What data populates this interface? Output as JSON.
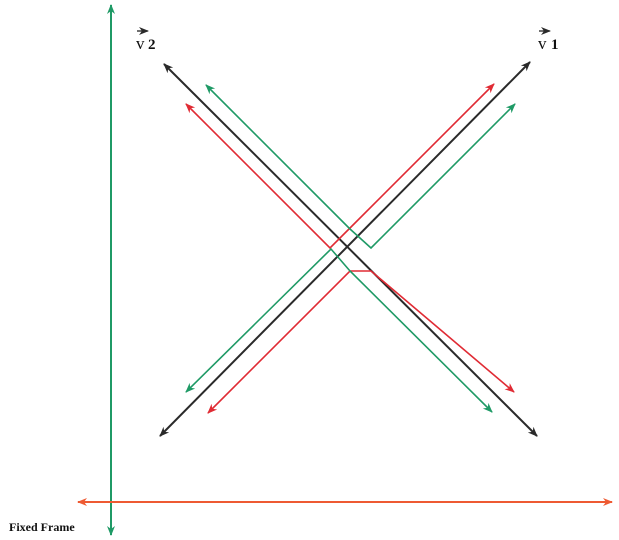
{
  "labels": {
    "v1": "v",
    "v1_sub": "1",
    "v2": "v",
    "v2_sub": "2",
    "frame": "Fixed Frame"
  },
  "colors": {
    "frame_vertical": "#1f9a66",
    "frame_horizontal": "#ee5a32",
    "black": "#2a2a2a",
    "red": "#e02b34",
    "green": "#1f9a66"
  }
}
